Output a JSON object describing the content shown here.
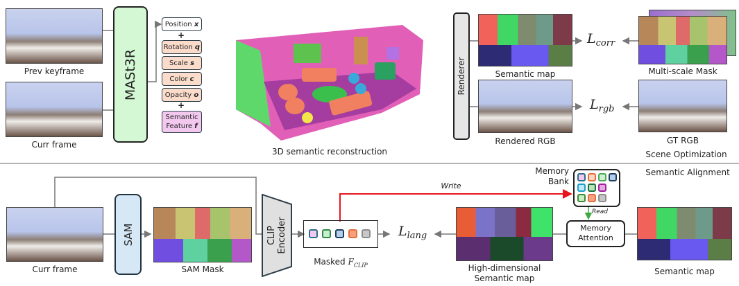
{
  "top_left": {
    "prev_keyframe_label": "Prev keyframe",
    "curr_frame_label": "Curr frame",
    "mast3r_label": "MASt3R",
    "attributes": [
      {
        "name": "Position",
        "symbol": "x",
        "fill": "#ffffff"
      },
      {
        "name": "Rotation",
        "symbol": "q",
        "fill": "#fbdccb"
      },
      {
        "name": "Scale",
        "symbol": "s",
        "fill": "#fbdccb"
      },
      {
        "name": "Color",
        "symbol": "c",
        "fill": "#fbdccb"
      },
      {
        "name": "Opacity",
        "symbol": "o",
        "fill": "#fbdccb"
      },
      {
        "name": "Semantic Feature",
        "symbol": "f",
        "fill": "#f3c8ef"
      }
    ],
    "plus": "+"
  },
  "reconstruction_label": "3D semantic reconstruction",
  "scene_optimization": {
    "renderer_label": "Renderer",
    "semantic_map_label": "Semantic map",
    "rendered_rgb_label": "Rendered RGB",
    "multi_scale_mask_label": "Multi-scale Mask",
    "gt_rgb_label": "GT RGB",
    "loss_corr_base": "L",
    "loss_corr_sub": "corr",
    "loss_rgb_base": "L",
    "loss_rgb_sub": "rgb",
    "section_title": "Scene Optimization"
  },
  "semantic_alignment": {
    "section_title": "Semantic Alignment",
    "curr_frame_label": "Curr frame",
    "sam_label": "SAM",
    "sam_mask_label": "SAM Mask",
    "clip_line1": "CLIP",
    "clip_line2": "Encoder",
    "masked_label_prefix": "Masked ",
    "masked_label_base": "F",
    "masked_label_sub": "CLIP",
    "loss_lang_base": "L",
    "loss_lang_sub": "lang",
    "write_label": "Write",
    "read_label": "Read",
    "memory_bank_line1": "Memory",
    "memory_bank_line2": "Bank",
    "memory_attention_line1": "Memory",
    "memory_attention_line2": "Attention",
    "high_dim_line1": "High-dimensional",
    "high_dim_line2": "Semantic map",
    "semantic_map_label": "Semantic map"
  },
  "colors": {
    "mast3r_fill": "#d4f7d4",
    "sam_fill": "#d6e8f5",
    "renderer_fill": "#e6e6e6",
    "write_arrow": "#e8141c",
    "read_arrow": "#3fa83f",
    "wire": "#777777"
  },
  "masked_chips": [
    {
      "fill": "#f3c8ef",
      "stroke": "#2a6f8c"
    },
    {
      "fill": "#c8f0cf",
      "stroke": "#2f8a45"
    },
    {
      "fill": "#b4cfee",
      "stroke": "#1f3d5a"
    },
    {
      "fill": "#f6a07e",
      "stroke": "#e66e3c"
    },
    {
      "fill": "#c7c7c7",
      "stroke": "#8d8d8d"
    }
  ],
  "memory_chips": [
    [
      {
        "fill": "#f3c8ef",
        "stroke": "#2a6f8c"
      },
      {
        "fill": "#fbd6c3",
        "stroke": "#e66e3c"
      },
      {
        "fill": "#d1f0d0",
        "stroke": "#4da85a"
      },
      {
        "fill": "#b4cfee",
        "stroke": "#1f3d5a"
      }
    ],
    [
      {
        "fill": "#bfe8f6",
        "stroke": "#1aa0d0"
      },
      {
        "fill": "#b6e3be",
        "stroke": "#1f6e3a"
      },
      {
        "fill": "#e6a6e4",
        "stroke": "#a0259c"
      }
    ],
    [
      {
        "fill": "#c8ecc4",
        "stroke": "#3b8c38"
      },
      {
        "fill": "#f5a585",
        "stroke": "#e66e3c"
      },
      {
        "fill": "#c7c7c7",
        "stroke": "#8d8d8d"
      }
    ]
  ]
}
